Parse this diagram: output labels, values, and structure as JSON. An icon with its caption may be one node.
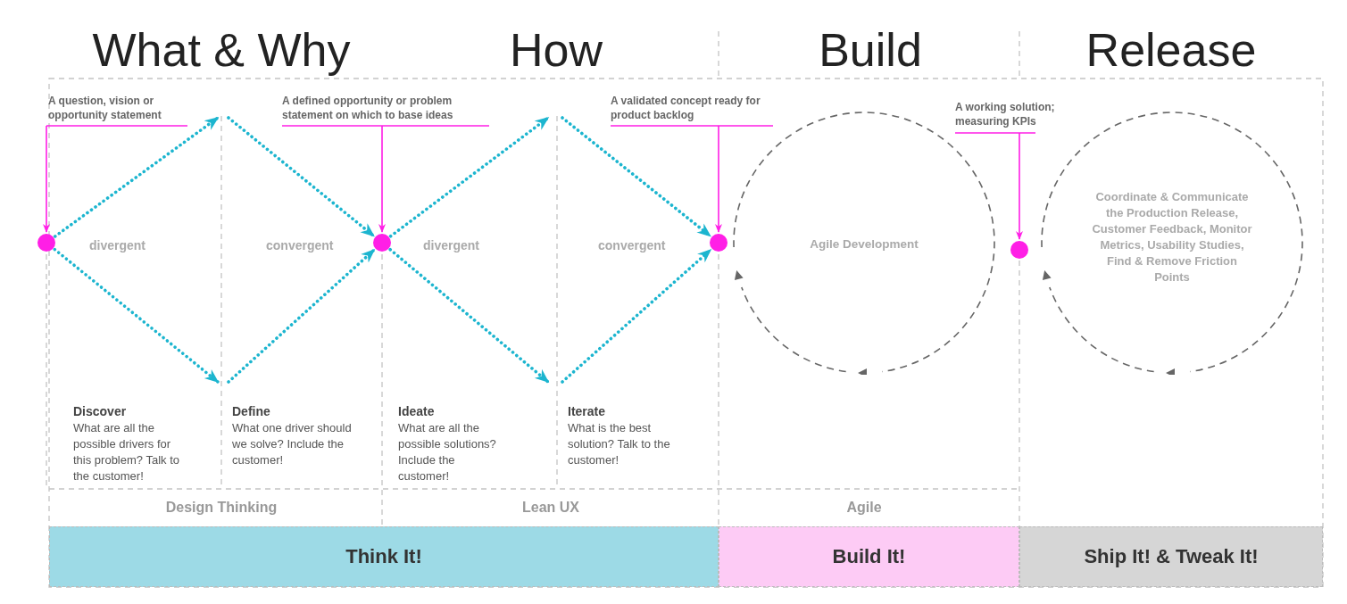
{
  "diagram": {
    "nodes": [
      {
        "text": [
          "A question, vision or opportunity statement"
        ]
      },
      {
        "text": [
          "A defined opportunity or problem statement on which to base ideas"
        ]
      },
      {
        "text": [
          "A validated concept ready for product backlog"
        ]
      },
      {
        "text": [
          "A working solution; measuring KPIs"
        ]
      },
      {
        "text": [],
        "shape": "circle"
      },
      {
        "text": [],
        "shape": "circle"
      },
      {
        "text": [],
        "shape": "circle"
      },
      {
        "text": [],
        "shape": "circle"
      },
      {
        "text": [
          "Agile Development"
        ]
      },
      {
        "text": [
          "Coordinate & Communicate the Production Release, Customer Feedback, Monitor Metrics, Usability Studies, Find & Remove Friction Points"
        ]
      },
      {
        "text": [
          "Think It!"
        ]
      },
      {
        "text": [
          "Build It!"
        ]
      },
      {
        "text": [
          "Ship It! & Tweak It!"
        ]
      }
    ],
    "edges": [
      {
        "from": 0,
        "to": 4,
        "arrow": "to",
        "color": "#ff1fe6"
      },
      {
        "from": 1,
        "to": 5,
        "arrow": "to",
        "color": "#ff1fe6"
      },
      {
        "from": 2,
        "to": 6,
        "arrow": "to",
        "color": "#ff1fe6"
      },
      {
        "from": 3,
        "to": 7,
        "arrow": "to",
        "color": "#ff1fe6"
      },
      {
        "from": 4,
        "to": null,
        "arrow": "to",
        "style": "dashed",
        "color": "#1cb5cf"
      },
      {
        "from": 4,
        "to": null,
        "arrow": "to",
        "style": "dashed",
        "color": "#1cb5cf"
      },
      {
        "from": null,
        "to": 5,
        "arrow": "to",
        "style": "dashed",
        "color": "#1cb5cf"
      },
      {
        "from": null,
        "to": 5,
        "arrow": "to",
        "style": "dashed",
        "color": "#1cb5cf"
      },
      {
        "from": 5,
        "to": null,
        "arrow": "to",
        "style": "dashed",
        "color": "#1cb5cf"
      },
      {
        "from": 5,
        "to": null,
        "arrow": "to",
        "style": "dashed",
        "color": "#1cb5cf"
      },
      {
        "from": null,
        "to": 6,
        "arrow": "to",
        "style": "dashed",
        "color": "#1cb5cf"
      },
      {
        "from": null,
        "to": 6,
        "arrow": "to",
        "style": "dashed",
        "color": "#1cb5cf"
      }
    ],
    "labels": [
      "What & Why",
      "How",
      "Build",
      "Release",
      "divergent",
      "convergent",
      "divergent",
      "convergent",
      "Discover",
      "What are all the possible drivers for this problem? Talk to the customer!",
      "Define",
      "What one driver should we solve? Include the customer!",
      "Ideate",
      "What are all the possible solutions? Include the customer!",
      "Iterate",
      "What is the best solution? Talk to the customer!",
      "Design Thinking",
      "Lean UX",
      "Agile"
    ]
  }
}
